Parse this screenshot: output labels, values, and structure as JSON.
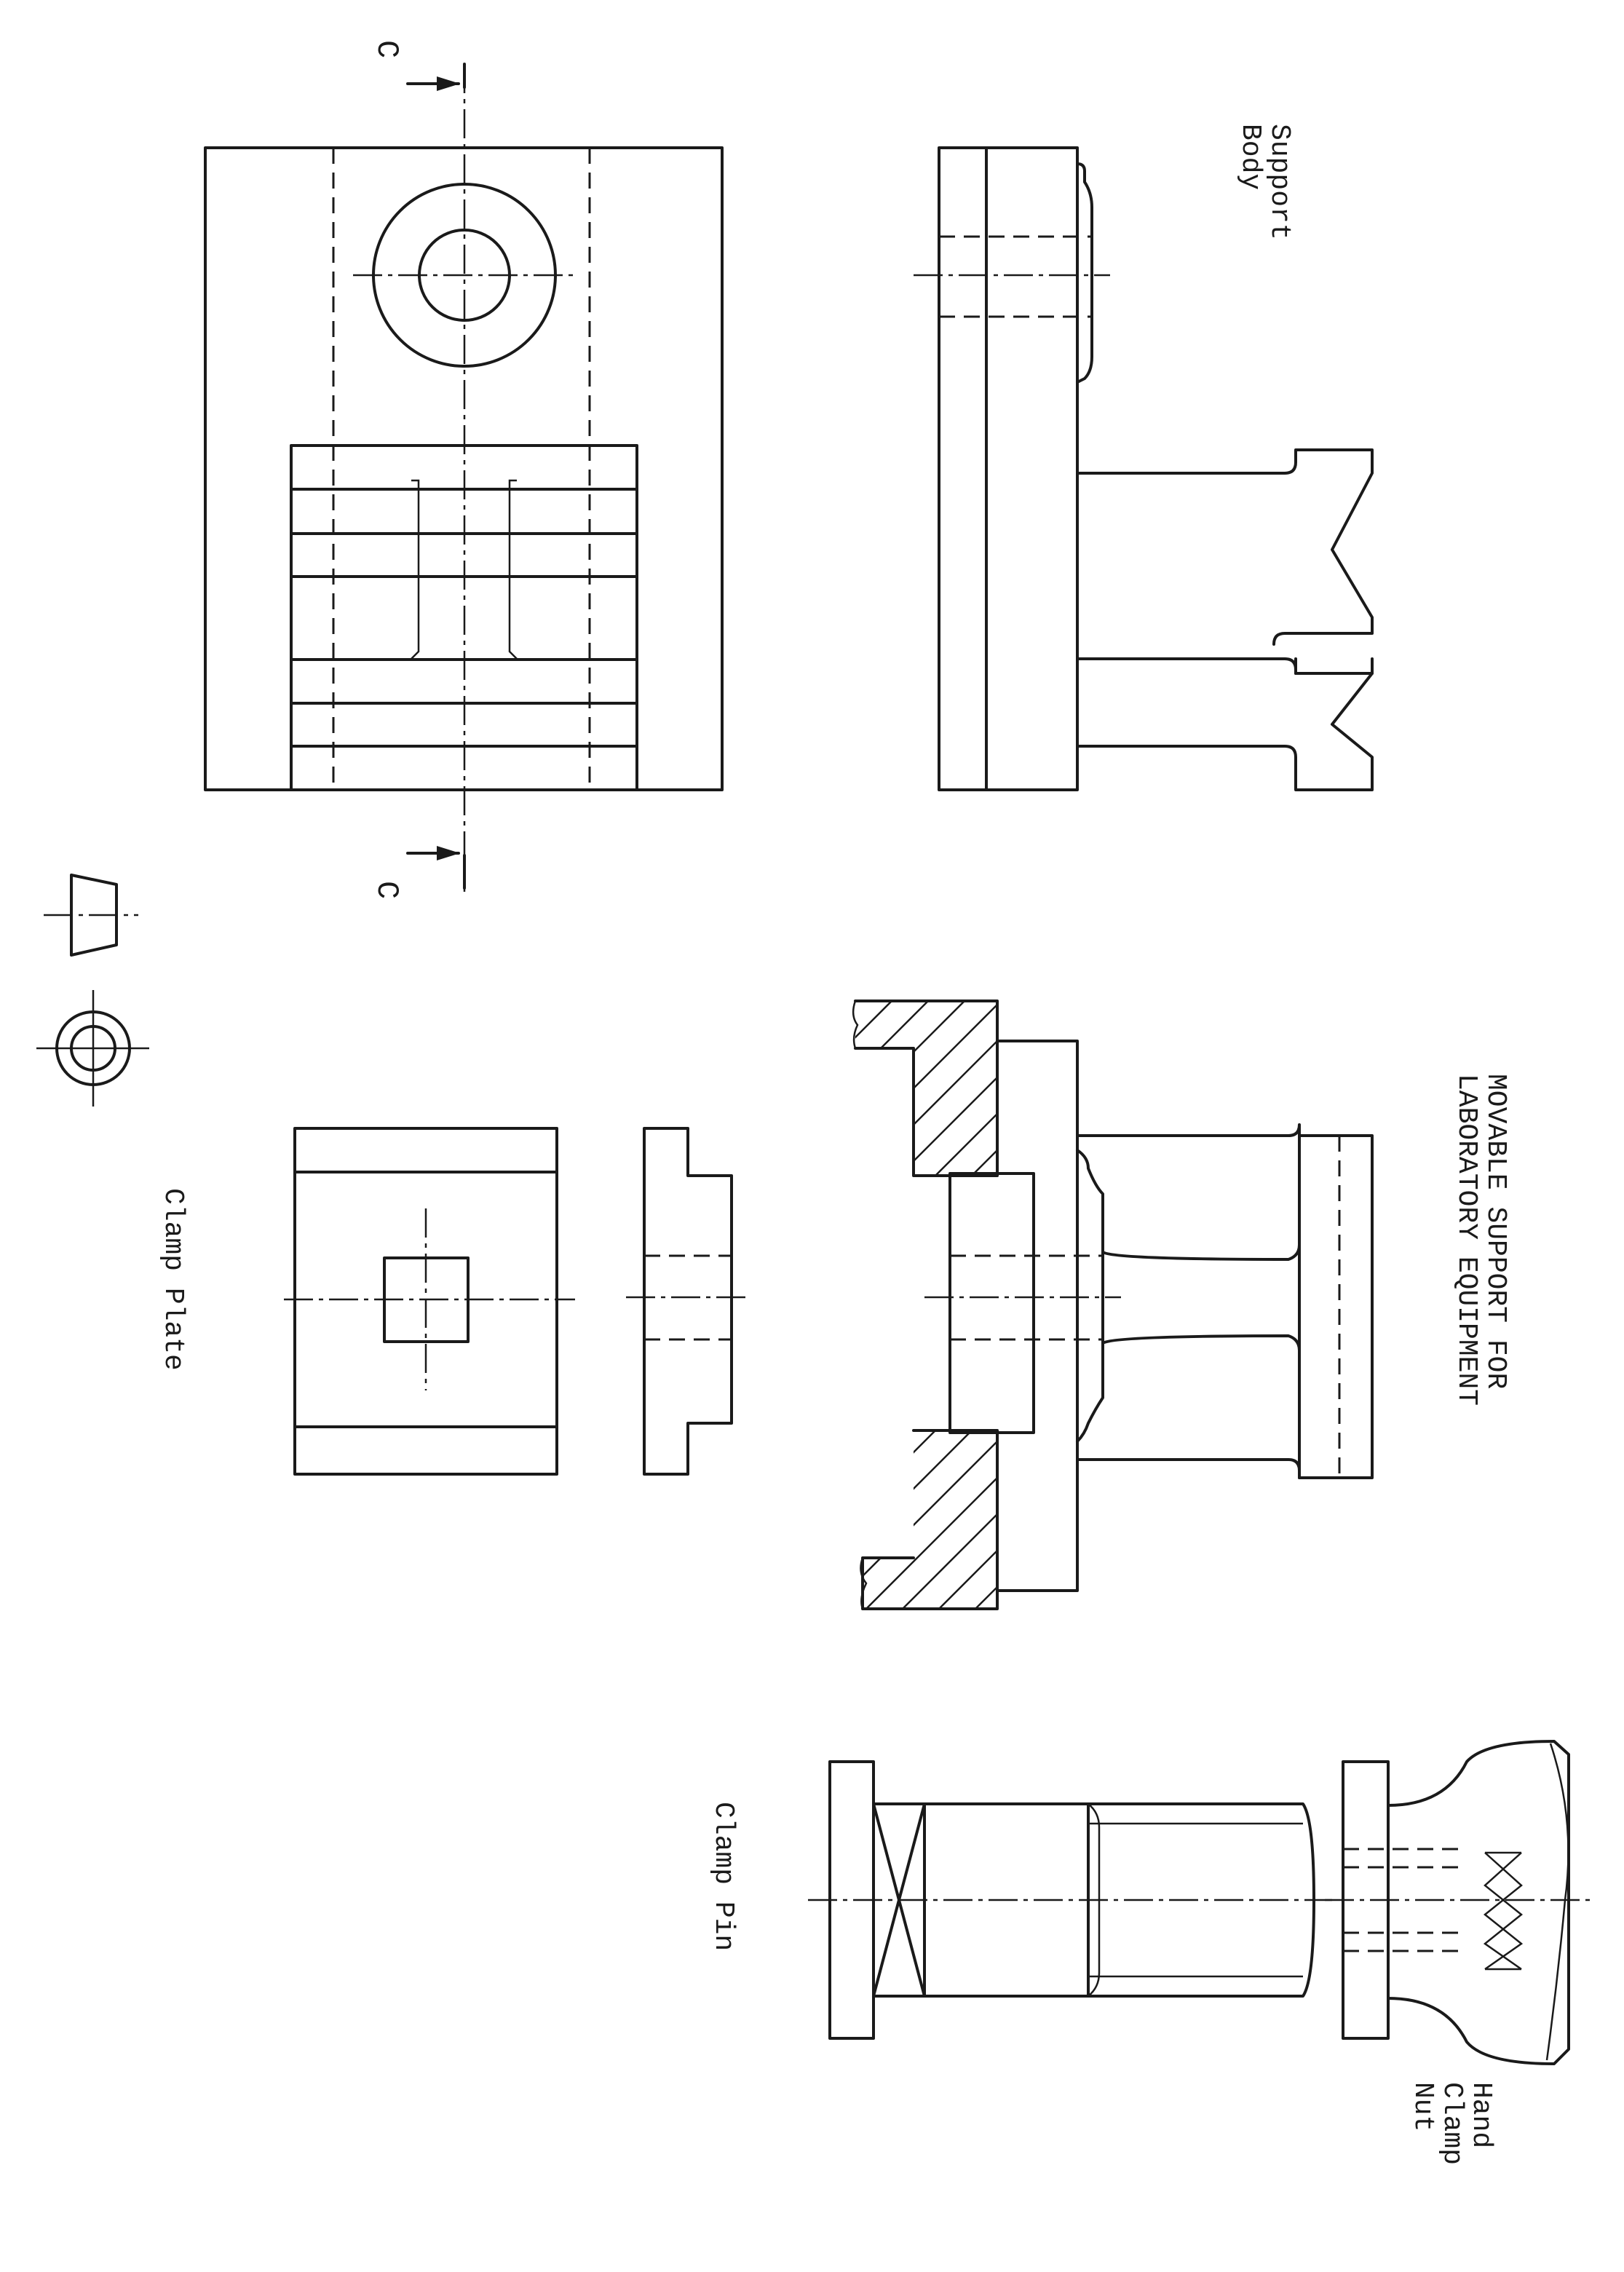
{
  "labels": {
    "support_body": [
      "Support",
      "Body"
    ],
    "title": [
      "MOVABLE SUPPORT FOR",
      "LABORATORY EQUIPMENT"
    ],
    "clamp_plate": "Clamp Plate",
    "clamp_pin": "Clamp Pin",
    "hand_clamp_nut": [
      "Hand",
      "Clamp",
      "Nut"
    ],
    "section_mark": "C"
  }
}
